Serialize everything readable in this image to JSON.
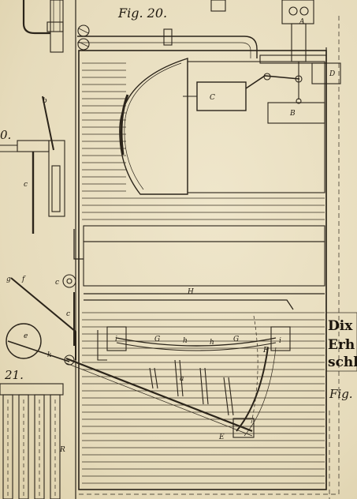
{
  "plate": {
    "figure_title": "Fig. 20.",
    "figure_21_label": "21.",
    "side_figure_label": "0.",
    "right_fragments": [
      "Dix",
      "Erh",
      "schl"
    ],
    "right_fig_label": "Fig.",
    "labels": {
      "A": "A",
      "B": "B",
      "C": "C",
      "D": "D",
      "E": "E",
      "F": "F",
      "G1": "G",
      "G2": "G",
      "H": "H",
      "h1": "h",
      "h2": "h",
      "i1": "i",
      "i2": "i",
      "c1": "c",
      "c2": "c",
      "c3": "c",
      "b": "b",
      "f": "f",
      "g": "g",
      "e": "e",
      "k": "k",
      "R": "R",
      "a": "a"
    }
  }
}
